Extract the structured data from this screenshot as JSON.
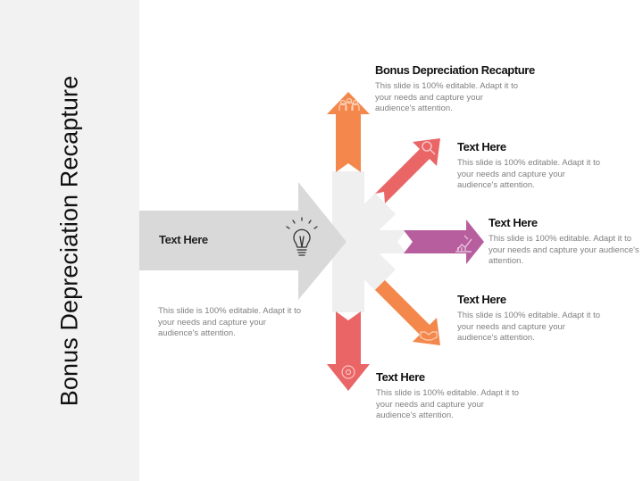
{
  "slide": {
    "side_title": "Bonus Depreciation Recapture",
    "colors": {
      "side_panel": "#f2f2f2",
      "main_arrow": "#d9d9d9",
      "hub": "#efefef",
      "orange": "#f4874b",
      "coral": "#e96566",
      "purple": "#b75e9e"
    },
    "main_arrow": {
      "label": "Text Here",
      "icon": "lightbulb-icon",
      "description": "This slide is 100% editable. Adapt it to your needs and capture your audience's attention."
    },
    "branches": [
      {
        "direction": "up",
        "color": "#f4874b",
        "icon": "people-icon",
        "heading": "Bonus Depreciation Recapture",
        "description": "This slide is 100% editable. Adapt it to your needs and capture your audience's attention."
      },
      {
        "direction": "up-right",
        "color": "#e96566",
        "icon": "search-icon",
        "heading": "Text Here",
        "description": "This slide is 100% editable. Adapt it to your needs and capture your audience's attention."
      },
      {
        "direction": "right",
        "color": "#b75e9e",
        "icon": "growth-chart-icon",
        "heading": "Text Here",
        "description": "This slide is 100% editable. Adapt it to your needs and capture your audience's attention."
      },
      {
        "direction": "down-right",
        "color": "#f4874b",
        "icon": "handshake-icon",
        "heading": "Text Here",
        "description": "This slide is 100% editable. Adapt it to your needs and capture your audience's attention."
      },
      {
        "direction": "down",
        "color": "#e96566",
        "icon": "target-icon",
        "heading": "Text Here",
        "description": "This slide is 100% editable. Adapt it to your needs and capture your audience's attention."
      }
    ]
  }
}
